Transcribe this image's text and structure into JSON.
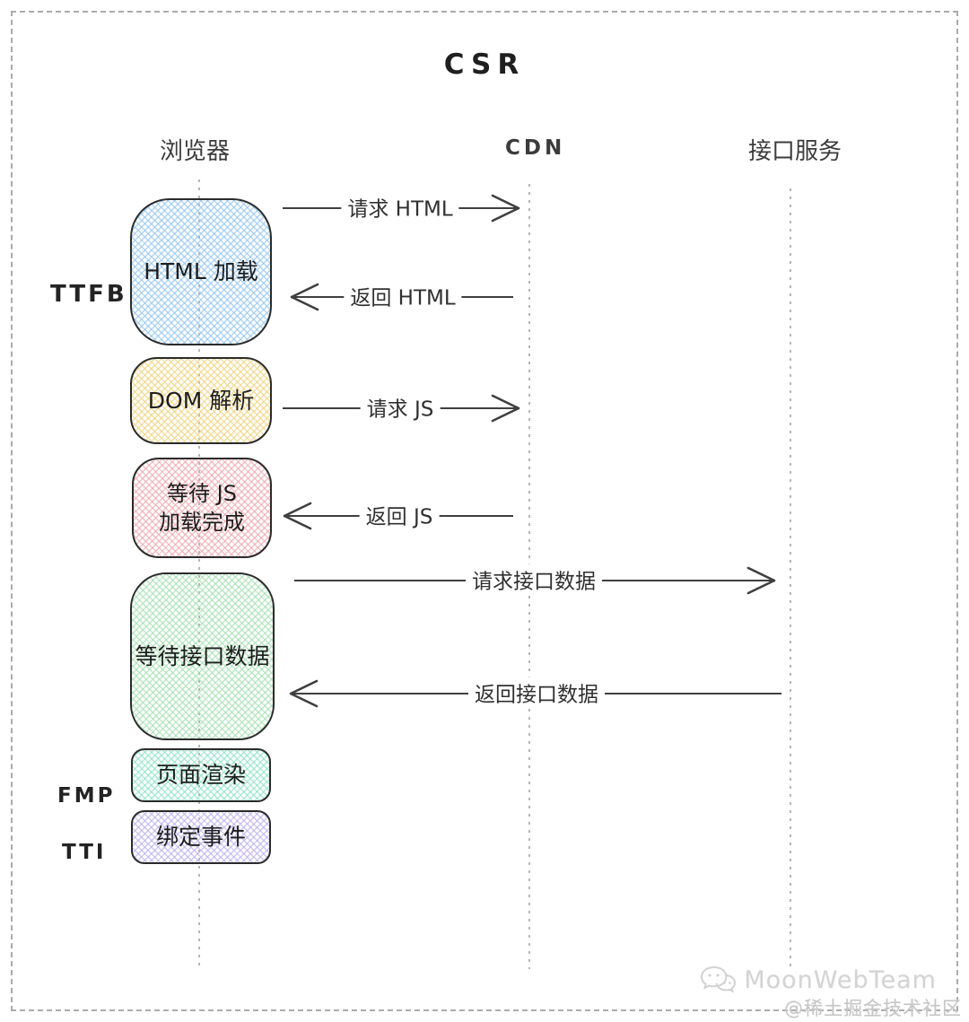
{
  "title": "CSR",
  "lanes": [
    {
      "id": "browser",
      "label": "浏览器"
    },
    {
      "id": "cdn",
      "label": "CDN"
    },
    {
      "id": "api",
      "label": "接口服务"
    }
  ],
  "boxes": [
    {
      "id": "html-load",
      "label": "HTML 加载",
      "color": "#97c7f0",
      "metric": "TTFB"
    },
    {
      "id": "dom-parse",
      "label": "DOM 解析",
      "color": "#eed482"
    },
    {
      "id": "wait-js",
      "label": "等待 JS 加载完成",
      "line1": "等待 JS",
      "line2": "加载完成",
      "color": "#eea6ac"
    },
    {
      "id": "wait-api-data",
      "label": "等待接口数据",
      "color": "#a2dfaf"
    },
    {
      "id": "page-render",
      "label": "页面渲染",
      "color": "#8ce2c4",
      "metric": "FMP"
    },
    {
      "id": "bind-events",
      "label": "绑定事件",
      "color": "#bbafec",
      "metric": "TTI"
    }
  ],
  "metrics": [
    {
      "label": "TTFB"
    },
    {
      "label": "FMP"
    },
    {
      "label": "TTI"
    }
  ],
  "arrows": [
    {
      "label": "请求 HTML",
      "from": "浏览器",
      "to": "CDN",
      "direction": "right"
    },
    {
      "label": "返回 HTML",
      "from": "CDN",
      "to": "浏览器",
      "direction": "left"
    },
    {
      "label": "请求 JS",
      "from": "浏览器",
      "to": "CDN",
      "direction": "right"
    },
    {
      "label": "返回 JS",
      "from": "CDN",
      "to": "浏览器",
      "direction": "left"
    },
    {
      "label": "请求接口数据",
      "from": "浏览器",
      "to": "接口服务",
      "direction": "right"
    },
    {
      "label": "返回接口数据",
      "from": "接口服务",
      "to": "浏览器",
      "direction": "left"
    }
  ],
  "watermark": {
    "brand": "MoonWebTeam",
    "community": "@稀土掘金技术社区",
    "icon": "wechat-icon"
  },
  "colors": {
    "border_dash": "#ababab",
    "lane_dash": "#b6b6b6",
    "node_outline": "#2b2b2b",
    "arrow": "#3f3f3f",
    "watermark": "#d4d4d4"
  }
}
